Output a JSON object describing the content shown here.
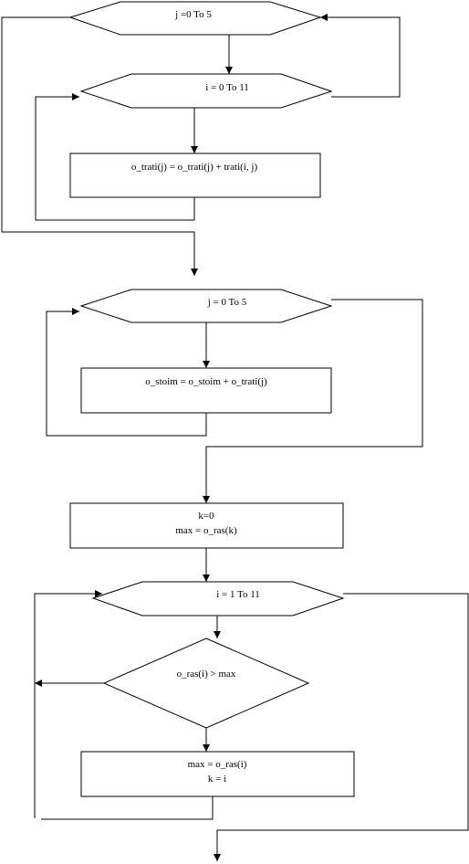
{
  "flowchart": {
    "loop_j_outer": "j =0  To 5",
    "loop_i_inner": "i = 0  To 11",
    "process_o_trati": "o_trati(j) = o_trati(j) + trati(i, j)",
    "loop_j_second": "j = 0  To 5",
    "process_o_stoim": "o_stoim = o_stoim + o_trati(j)",
    "process_init": [
      "k=0",
      "max = o_ras(k)"
    ],
    "loop_i_third": "i = 1  To 11",
    "decision": "o_ras(i) > max",
    "process_update": [
      "max = o_ras(i)",
      "k = i"
    ]
  },
  "colors": {
    "stroke": "#000000",
    "fill": "#ffffff"
  }
}
